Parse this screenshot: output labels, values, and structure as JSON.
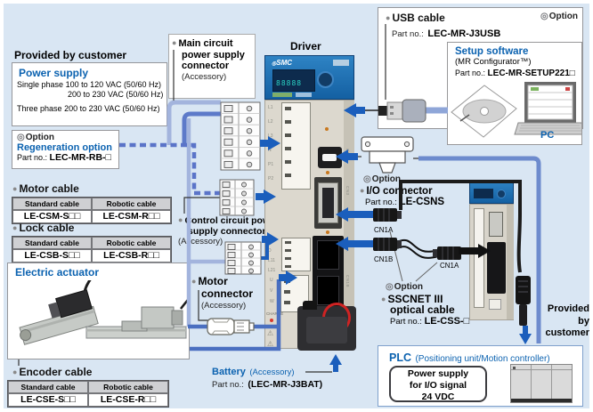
{
  "glyphs": {
    "bullet": "●",
    "option": "◎",
    "warn": "⚠"
  },
  "colors": {
    "background": "#d9e6f3",
    "accent_blue": "#0b62b0",
    "power_line_light": "#a3b4dd",
    "power_line_dark": "#5d7ac9",
    "signal_line_blue": "#4a6fc0",
    "io_line_blue": "#6d8bcd",
    "arrow_blue": "#1b5ebc",
    "cable_black": "#1b1b1b"
  },
  "left": {
    "provided_by_customer": "Provided by customer",
    "power_supply": {
      "title": "Power supply",
      "row1_label": "Single phase",
      "row1_value": "100 to 120 VAC (50/60 Hz)",
      "row2_value": "200 to 230 VAC (50/60 Hz)",
      "row3_label": "Three phase",
      "row3_value": "200 to 230 VAC (50/60 Hz)"
    },
    "regeneration": {
      "option": "Option",
      "title": "Regeneration option",
      "part_label": "Part no.:",
      "part": "LEC-MR-RB-□"
    },
    "motor_cable": {
      "title": "Motor cable",
      "hdr1": "Standard cable",
      "hdr2": "Robotic cable",
      "v1": "LE-CSM-S□□",
      "v2": "LE-CSM-R□□"
    },
    "lock_cable": {
      "title": "Lock cable",
      "hdr1": "Standard cable",
      "hdr2": "Robotic cable",
      "v1": "LE-CSB-S□□",
      "v2": "LE-CSB-R□□"
    },
    "actuator": {
      "title": "Electric actuator"
    },
    "encoder_cable": {
      "title": "Encoder cable",
      "hdr1": "Standard cable",
      "hdr2": "Robotic cable",
      "v1": "LE-CSE-S□□",
      "v2": "LE-CSE-R□□"
    }
  },
  "middle": {
    "driver_title": "Driver",
    "main_circuit": {
      "l1": "Main circuit",
      "l2": "power supply",
      "l3": "connector",
      "accessory": "(Accessory)"
    },
    "control_circuit": {
      "l1": "Control circuit power",
      "l2": "supply connector",
      "accessory": "(Accessory)"
    },
    "motor_connector": {
      "l1": "Motor",
      "l2": "connector",
      "accessory": "(Accessory)"
    },
    "battery": {
      "name": "Battery",
      "accessory": "(Accessory)",
      "part_label": "Part no.:",
      "part": "(LEC-MR-J3BAT)"
    }
  },
  "driver": {
    "logo": "SMC",
    "charge": "CHARGE",
    "g1": [
      "L1",
      "L2",
      "L3",
      "N",
      "P1",
      "P2"
    ],
    "g2": [
      "C",
      "D",
      "L11",
      "L21"
    ],
    "g3": [
      "U",
      "V",
      "W"
    ],
    "ports": [
      "CN5",
      "CN3",
      "CN1A",
      "CN1B",
      "CN2"
    ]
  },
  "right": {
    "usb": {
      "option": "Option",
      "title": "USB cable",
      "part_label": "Part no.:",
      "part": "LEC-MR-J3USB"
    },
    "setup": {
      "title": "Setup software",
      "sub": "(MR Configurator™)",
      "part_label": "Part no.:",
      "part": "LEC-MR-SETUP221□",
      "pc": "PC"
    },
    "io": {
      "option": "Option",
      "title": "I/O connector",
      "part_label": "Part no.:",
      "part": "LE-CSNS"
    },
    "cn1a": "CN1A",
    "cn1b": "CN1B",
    "cn1a2": "CN1A",
    "sscnet": {
      "option": "Option",
      "t1": "SSCNET III",
      "t2": "optical cable",
      "part_label": "Part no.:",
      "part": "LE-CSS-□"
    },
    "provided": [
      "Provided",
      "by",
      "customer"
    ],
    "plc": {
      "title": "PLC",
      "sub": "(Positioning unit/Motion controller)",
      "ps": [
        "Power supply",
        "for I/O signal",
        "24 VDC"
      ]
    }
  }
}
